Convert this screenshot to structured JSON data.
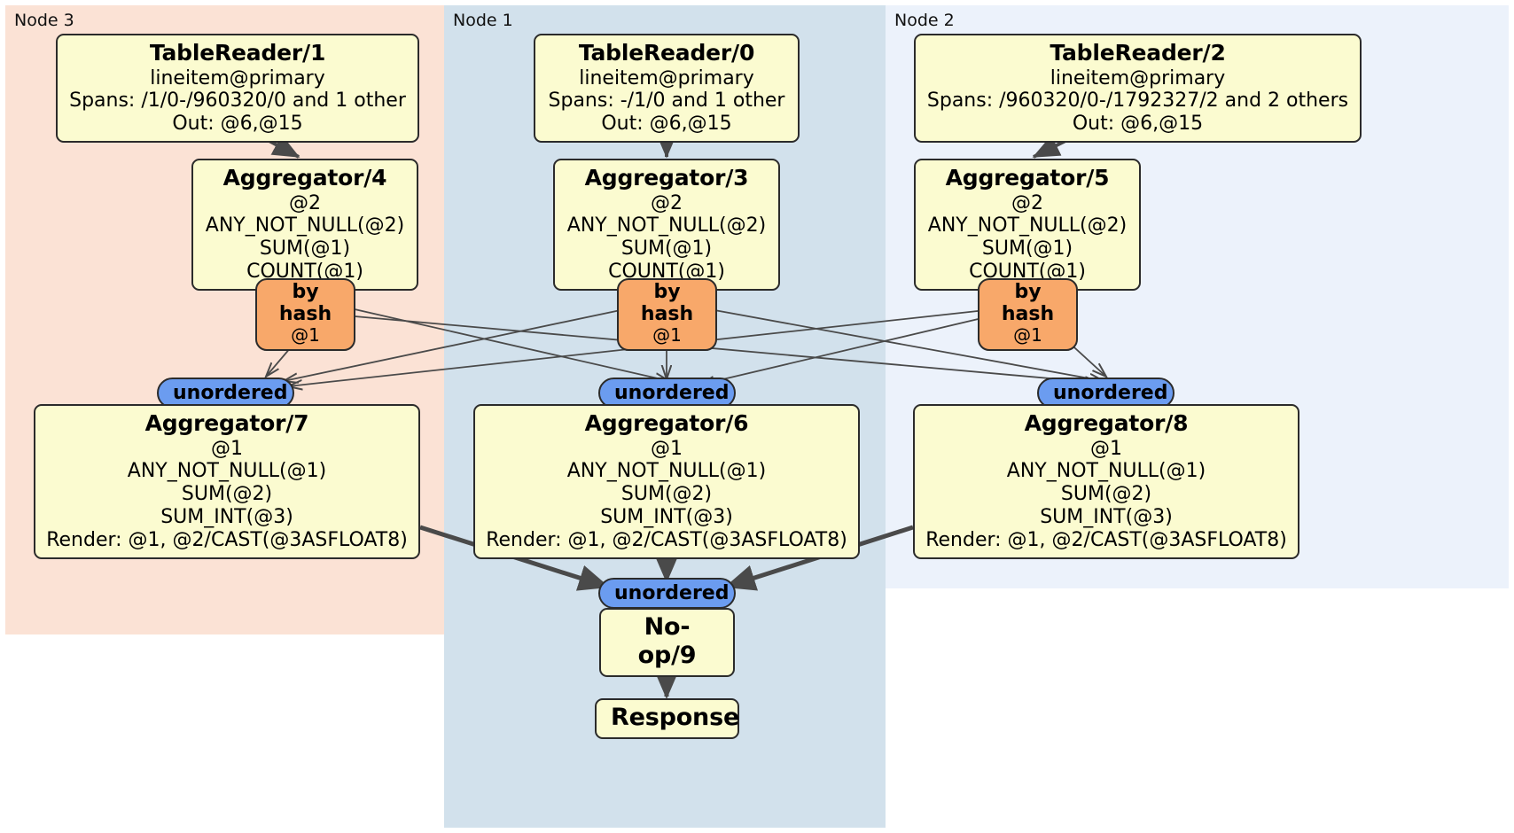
{
  "diagram": {
    "type": "distributed-query-plan",
    "panels": [
      {
        "id": "node3",
        "label": "Node 3",
        "color": "#fbe2d5"
      },
      {
        "id": "node1",
        "label": "Node 1",
        "color": "#d2e1ec"
      },
      {
        "id": "node2",
        "label": "Node 2",
        "color": "#ecf2fb"
      }
    ],
    "colors": {
      "processor_fill": "#fbfbd0",
      "router_fill": "#f8a86a",
      "receiver_fill": "#6b9cf0",
      "border": "#2b2b2b",
      "edge": "#4a4a4a"
    },
    "processors": [
      {
        "id": "tr1",
        "name": "table-reader-1",
        "title": "TableReader/1",
        "lines": [
          "lineitem@primary",
          "Spans: /1/0-/960320/0 and 1 other",
          "Out: @6,@15"
        ]
      },
      {
        "id": "tr0",
        "name": "table-reader-0",
        "title": "TableReader/0",
        "lines": [
          "lineitem@primary",
          "Spans: -/1/0 and 1 other",
          "Out: @6,@15"
        ]
      },
      {
        "id": "tr2",
        "name": "table-reader-2",
        "title": "TableReader/2",
        "lines": [
          "lineitem@primary",
          "Spans: /960320/0-/1792327/2 and 2 others",
          "Out: @6,@15"
        ]
      },
      {
        "id": "agg4",
        "name": "aggregator-4",
        "title": "Aggregator/4",
        "lines": [
          "@2",
          "ANY_NOT_NULL(@2)",
          "SUM(@1)",
          "COUNT(@1)"
        ]
      },
      {
        "id": "agg3",
        "name": "aggregator-3",
        "title": "Aggregator/3",
        "lines": [
          "@2",
          "ANY_NOT_NULL(@2)",
          "SUM(@1)",
          "COUNT(@1)"
        ]
      },
      {
        "id": "agg5",
        "name": "aggregator-5",
        "title": "Aggregator/5",
        "lines": [
          "@2",
          "ANY_NOT_NULL(@2)",
          "SUM(@1)",
          "COUNT(@1)"
        ]
      },
      {
        "id": "agg7",
        "name": "aggregator-7",
        "title": "Aggregator/7",
        "lines": [
          "@1",
          "ANY_NOT_NULL(@1)",
          "SUM(@2)",
          "SUM_INT(@3)",
          "Render: @1, @2/CAST(@3ASFLOAT8)"
        ]
      },
      {
        "id": "agg6",
        "name": "aggregator-6",
        "title": "Aggregator/6",
        "lines": [
          "@1",
          "ANY_NOT_NULL(@1)",
          "SUM(@2)",
          "SUM_INT(@3)",
          "Render: @1, @2/CAST(@3ASFLOAT8)"
        ]
      },
      {
        "id": "agg8",
        "name": "aggregator-8",
        "title": "Aggregator/8",
        "lines": [
          "@1",
          "ANY_NOT_NULL(@1)",
          "SUM(@2)",
          "SUM_INT(@3)",
          "Render: @1, @2/CAST(@3ASFLOAT8)"
        ]
      },
      {
        "id": "noop9",
        "name": "no-op-9",
        "title": "No-op/9",
        "lines": []
      },
      {
        "id": "response",
        "name": "response",
        "title": "Response",
        "lines": []
      }
    ],
    "routers": [
      {
        "id": "hash_left",
        "name": "hash-router-left",
        "type": "by hash",
        "column": "@1"
      },
      {
        "id": "hash_mid",
        "name": "hash-router-middle",
        "type": "by hash",
        "column": "@1"
      },
      {
        "id": "hash_right",
        "name": "hash-router-right",
        "type": "by hash",
        "column": "@1"
      }
    ],
    "receivers": [
      {
        "id": "recv_left",
        "name": "receiver-left",
        "label": "unordered"
      },
      {
        "id": "recv_mid",
        "name": "receiver-middle",
        "label": "unordered"
      },
      {
        "id": "recv_right",
        "name": "receiver-right",
        "label": "unordered"
      },
      {
        "id": "recv_final",
        "name": "receiver-final",
        "label": "unordered"
      }
    ]
  }
}
